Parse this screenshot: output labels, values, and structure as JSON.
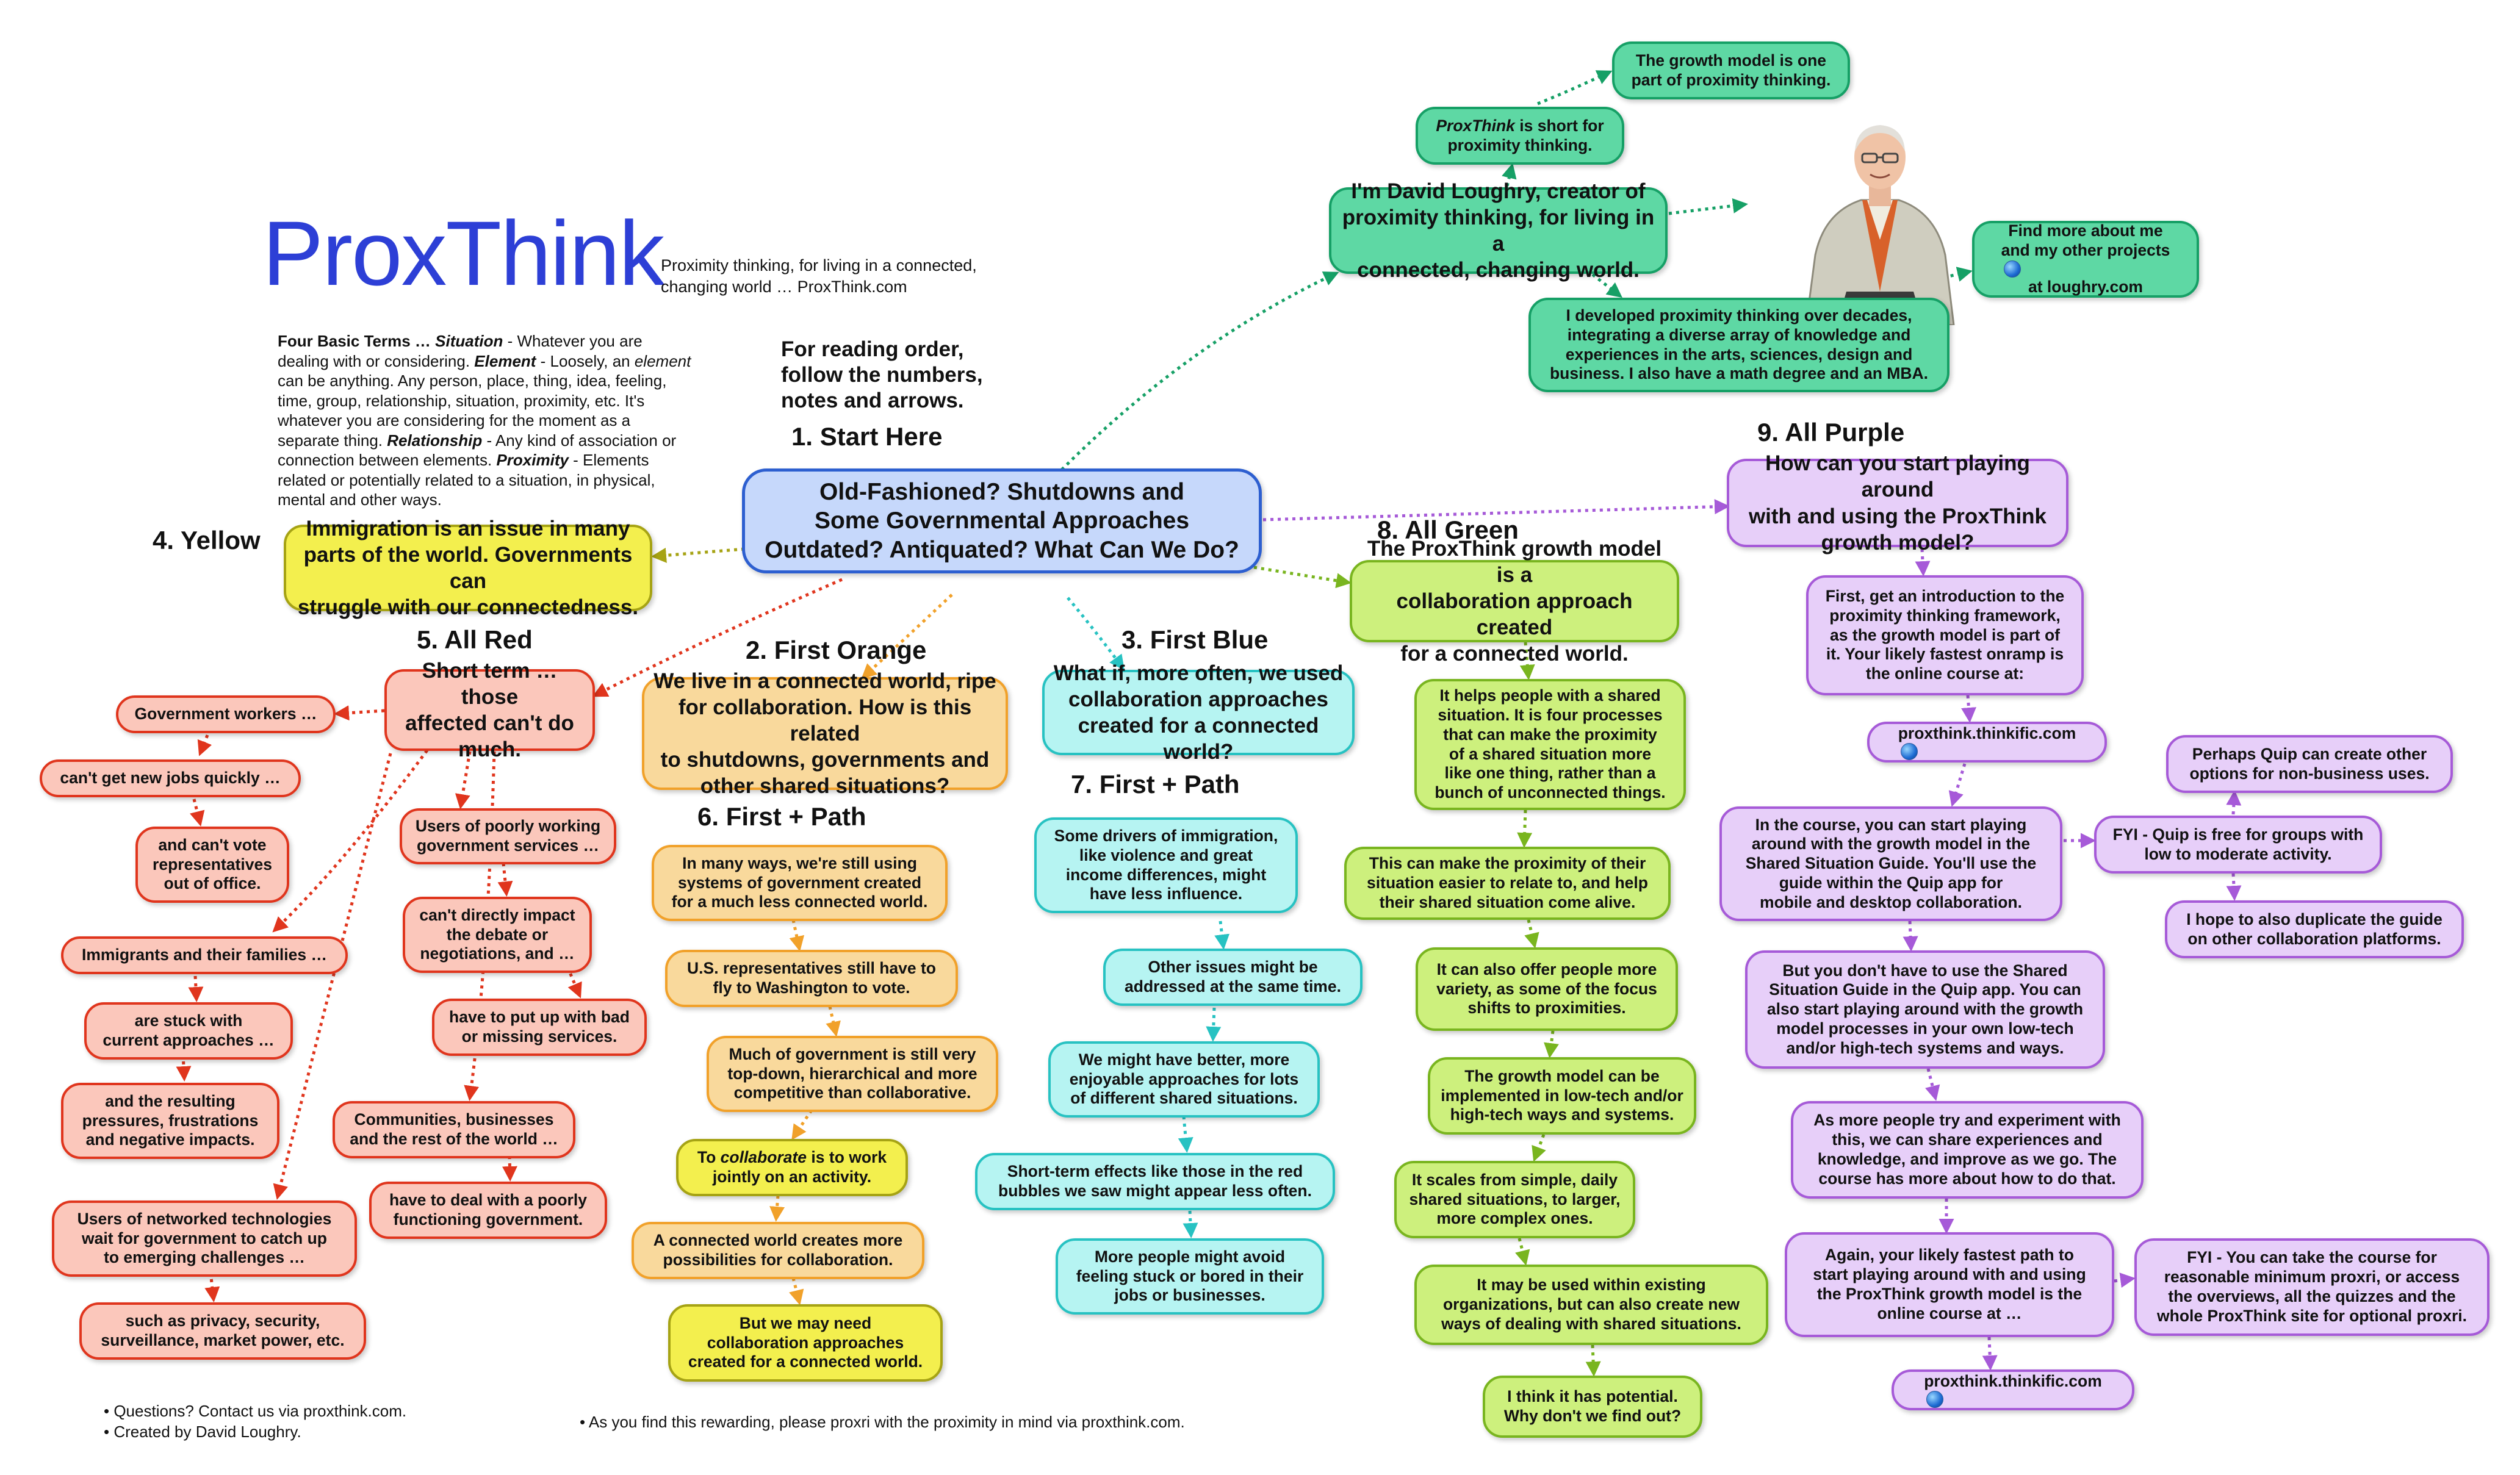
{
  "header": {
    "logo": "ProxThink",
    "tagline_line1": "Proximity thinking, for living in a connected,",
    "tagline_line2": "changing world … ProxThink.com",
    "reading_line1": "For reading order,",
    "reading_line2": "follow the numbers,",
    "reading_line3": "notes and arrows."
  },
  "terms": {
    "intro": "Four Basic Terms … ",
    "situation_label": "Situation",
    "situation_text": " - Whatever you are dealing with or considering. ",
    "element_label": "Element",
    "element_text_a": " - Loosely, an ",
    "element_word": "element",
    "element_text_b": " can be anything. Any person, place, thing, idea, feeling, time, group, relationship, situation, proximity, etc. It's whatever you are considering for the moment as a separate thing. ",
    "relationship_label": "Relationship",
    "relationship_text": " - Any kind of association or connection between elements. ",
    "proximity_label": "Proximity",
    "proximity_text": " - Elements related or potentially related to a situation, in physical, mental and other ways."
  },
  "headings": {
    "h1": "1. Start Here",
    "h2": "2. First Orange",
    "h3": "3. First Blue",
    "h4": "4. Yellow",
    "h5": "5. All Red",
    "h6": "6. First + Path",
    "h7": "7. First + Path",
    "h8": "8. All Green",
    "h9": "9. All Purple"
  },
  "center": {
    "line1": "Old-Fashioned? Shutdowns and",
    "line2": "Some Governmental Approaches",
    "line3": "Outdated? Antiquated? What Can We Do?"
  },
  "author": {
    "growth_line1": "The growth model is one",
    "growth_line2": "part of proximity thinking.",
    "proxthink_word": "ProxThink",
    "short_rest": " is short for",
    "short_line2": "proximity thinking.",
    "intro_line1": "I'm David Loughry, creator of",
    "intro_line2": "proximity thinking, for living in a",
    "intro_line3": "connected, changing world.",
    "dev_line1": "I developed proximity thinking over decades,",
    "dev_line2": "integrating a diverse array of knowledge and",
    "dev_line3": "experiences in the arts, sciences, design and",
    "dev_line4": "business. I also have a math degree and an MBA.",
    "find_line1": "Find more about me",
    "find_line2": "and my other projects",
    "find_line3": "at loughry.com"
  },
  "yellow": {
    "line1": "Immigration is an issue in many",
    "line2": "parts of the world. Governments can",
    "line3": "struggle with our connectedness."
  },
  "red": {
    "short_line1": "Short term … those",
    "short_line2": "affected can't do",
    "short_line3": "much.",
    "gov_workers": "Government workers …",
    "new_jobs": "can't get new jobs quickly …",
    "vote_line1": "and can't vote",
    "vote_line2": "representatives",
    "vote_line3": "out of office.",
    "users_poor_line1": "Users of poorly working",
    "users_poor_line2": "government services …",
    "impact_line1": "can't directly impact",
    "impact_line2": "the debate or",
    "impact_line3": "negotiations, and …",
    "bad_line1": "have to put up with bad",
    "bad_line2": "or missing services.",
    "immigrants": "Immigrants and their families …",
    "stuck_line1": "are stuck with",
    "stuck_line2": "current approaches …",
    "resulting_line1": "and the resulting",
    "resulting_line2": "pressures, frustrations",
    "resulting_line3": "and negative impacts.",
    "communities_line1": "Communities, businesses",
    "communities_line2": "and the rest of the world …",
    "deal_line1": "have to deal with a poorly",
    "deal_line2": "functioning government.",
    "networked_line1": "Users of networked technologies",
    "networked_line2": "wait for government to catch up",
    "networked_line3": "to emerging challenges …",
    "privacy_line1": "such as privacy, security,",
    "privacy_line2": "surveillance, market power, etc."
  },
  "orange": {
    "main_line1": "We live in a connected world, ripe",
    "main_line2": "for collaboration. How is this related",
    "main_line3": "to shutdowns, governments and",
    "main_line4": "other shared situations?",
    "o1_line1": "In many ways, we're still using",
    "o1_line2": "systems of government created",
    "o1_line3": "for a much less connected world.",
    "o2_line1": "U.S. representatives still have to",
    "o2_line2": "fly to Washington to vote.",
    "o3_line1": "Much of government is still very",
    "o3_line2": "top-down, hierarchical and more",
    "o3_line3": "competitive than collaborative.",
    "collab_to": "To ",
    "collab_word": "collaborate",
    "collab_rest": " is to work",
    "collab_line2": "jointly on an activity.",
    "cw_line1": "A connected world creates more",
    "cw_line2": "possibilities for collaboration.",
    "need_line1": "But we may need",
    "need_line2": "collaboration approaches",
    "need_line3": "created for a connected world."
  },
  "blue": {
    "main_line1": "What if, more often, we used",
    "main_line2": "collaboration approaches",
    "main_line3": "created for a connected world?",
    "c1_line1": "Some drivers of immigration,",
    "c1_line2": "like violence and great",
    "c1_line3": "income differences, might",
    "c1_line4": "have less influence.",
    "c2_line1": "Other issues might be",
    "c2_line2": "addressed at the same time.",
    "c3_line1": "We might have better, more",
    "c3_line2": "enjoyable approaches for lots",
    "c3_line3": "of different shared situations.",
    "c4_line1": "Short-term effects like those in the red",
    "c4_line2": "bubbles we saw might appear less often.",
    "c5_line1": "More people might avoid",
    "c5_line2": "feeling stuck or bored in their",
    "c5_line3": "jobs or businesses."
  },
  "green": {
    "main_line1": "The ProxThink growth model is a",
    "main_line2": "collaboration approach created",
    "main_line3": "for a connected world.",
    "g1_line1": "It helps people with a shared",
    "g1_line2": "situation. It is four processes",
    "g1_line3": "that can make the proximity",
    "g1_line4": "of a shared situation more",
    "g1_line5": "like one thing, rather than a",
    "g1_line6": "bunch of unconnected things.",
    "g2_line1": "This can make the proximity of their",
    "g2_line2": "situation easier to relate to, and help",
    "g2_line3": "their shared situation come alive.",
    "g3_line1": "It can also offer people more",
    "g3_line2": "variety, as some of the focus",
    "g3_line3": "shifts to proximities.",
    "g4_line1": "The growth model can be",
    "g4_line2": "implemented in low-tech and/or",
    "g4_line3": "high-tech ways and systems.",
    "g5_line1": "It scales from simple, daily",
    "g5_line2": "shared situations, to larger,",
    "g5_line3": "more complex ones.",
    "g6_line1": "It may be used within existing",
    "g6_line2": "organizations, but can also create new",
    "g6_line3": "ways of dealing with shared situations.",
    "g7_line1": "I think it has potential.",
    "g7_line2": "Why don't we find out?"
  },
  "purple": {
    "main_line1": "How can you start playing around",
    "main_line2": "with and using the ProxThink",
    "main_line3": "growth model?",
    "p1_line1": "First, get an introduction to the",
    "p1_line2": "proximity thinking framework,",
    "p1_line3": "as the growth model is part of",
    "p1_line4": "it. Your likely fastest onramp is",
    "p1_line5": "the online course at:",
    "link1": "proxthink.thinkific.com",
    "p2_line1": "In the course, you can start playing",
    "p2_line2": "around with the growth model in the",
    "p2_line3": "Shared Situation Guide. You'll use the",
    "p2_line4": "guide within the Quip app for",
    "p2_line5": "mobile and desktop collaboration.",
    "quip_more_line1": "Perhaps Quip can create other",
    "quip_more_line2": "options for non-business uses.",
    "quip_free_line1": "FYI - Quip is free for groups with",
    "quip_free_line2": "low to moderate activity.",
    "dup_line1": "I hope to also duplicate the guide",
    "dup_line2": "on other collaboration platforms.",
    "p3_line1": "But you don't have to use the Shared",
    "p3_line2": "Situation Guide in the Quip app. You can",
    "p3_line3": "also start playing around with the growth",
    "p3_line4": "model processes in your own low-tech",
    "p3_line5": "and/or high-tech systems and ways.",
    "p4_line1": "As more people try and experiment with",
    "p4_line2": "this, we can share experiences and",
    "p4_line3": "knowledge, and improve as we go. The",
    "p4_line4": "course has more about how to do that.",
    "p5_line1": "Again, your likely fastest path to",
    "p5_line2": "start playing around with and using",
    "p5_line3": "the ProxThink growth model is the",
    "p5_line4": "online course at …",
    "fyi_line1": "FYI - You can take the course for",
    "fyi_line2": "reasonable minimum proxri, or access",
    "fyi_line3": "the overviews, all the quizzes and the",
    "fyi_line4": "whole ProxThink site for optional proxri.",
    "link2": "proxthink.thinkific.com"
  },
  "footer": {
    "questions": "• Questions? Contact us via proxthink.com.",
    "created": "• Created by David Loughry.",
    "proxri": "• As you find this rewarding, please proxri with the proximity in mind via proxthink.com."
  },
  "colors": {
    "green": "#16a066",
    "yellow": "#a6a314",
    "red": "#e0351d",
    "orange": "#f1a12a",
    "blue": "#2d5fd0",
    "cyan": "#27c2c2",
    "lime": "#79b51f",
    "purple": "#a65ad8"
  },
  "icons": [
    "globe-icon",
    "arrow-icon",
    "author-photo"
  ]
}
